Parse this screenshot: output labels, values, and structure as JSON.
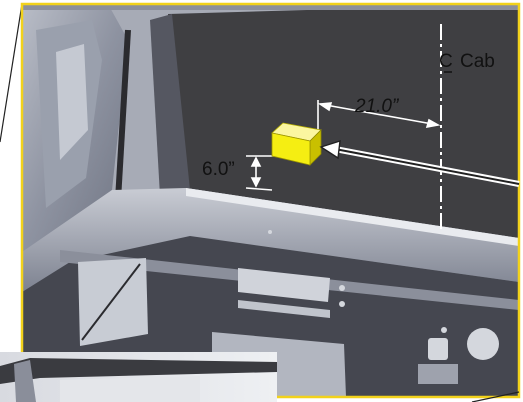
{
  "figure": {
    "centerline_symbol": "C",
    "centerline_label": "Cab",
    "horizontal_dimension": "21.0”",
    "vertical_dimension": "6.0”"
  },
  "colors": {
    "frame_border": "#f2d21b",
    "component_box": "#f5ee12",
    "panel_dark": "#3e3e40",
    "cab_metal": "#8a8e9c"
  },
  "icons": {
    "component": "yellow-box-icon",
    "leader": "double-arrow-leader-icon",
    "centerline": "centerline-icon"
  }
}
